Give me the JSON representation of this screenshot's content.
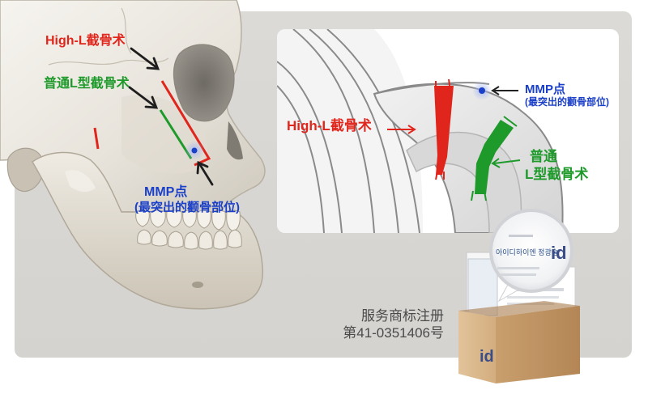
{
  "labels": {
    "high_l": "High-L截骨术",
    "standard_l": "普通L型截骨术",
    "mmp_main": "MMP点",
    "mmp_main_sub": "(最突出的颧骨部位)"
  },
  "inset": {
    "high_l": "High-L截骨术",
    "mmp": "MMP点",
    "mmp_sub": "(最突出的颧骨部位)",
    "standard_line1": "普通",
    "standard_line2": "L型截骨术"
  },
  "registration": {
    "line1": "服务商标注册",
    "line2": "第41-0351406号"
  },
  "certificate": {
    "magnifier_text": "아이디하이엔 정광술",
    "logo": "id",
    "box_logo": "id"
  },
  "colors": {
    "red": "#e0261c",
    "green": "#1d9a2a",
    "blue": "#1a3fc8",
    "panel": "#d9d7d3"
  }
}
